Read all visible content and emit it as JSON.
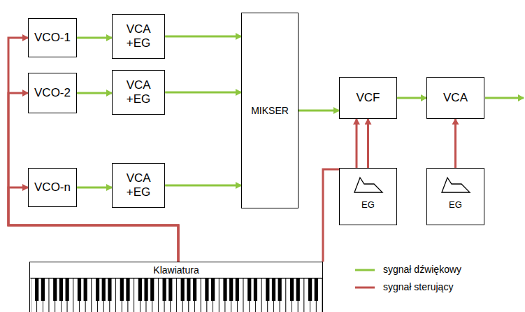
{
  "diagram": {
    "nodes": [
      {
        "text": [
          "VCO-1"
        ]
      },
      {
        "text": [
          "VCA +EG"
        ]
      },
      {
        "text": [
          "VCO-2"
        ]
      },
      {
        "text": [
          "VCA +EG"
        ]
      },
      {
        "text": [
          "VCO-n"
        ]
      },
      {
        "text": [
          "VCA +EG"
        ]
      },
      {
        "text": [
          "MIKSER"
        ]
      },
      {
        "text": [
          "VCF"
        ]
      },
      {
        "text": [
          "VCA"
        ]
      },
      {
        "text": [
          "EG"
        ]
      },
      {
        "text": [
          "EG"
        ]
      },
      {
        "text": [
          "Klawiatura"
        ]
      }
    ],
    "edges": [
      {
        "from": 0,
        "to": 1,
        "arrow": "to"
      },
      {
        "from": 2,
        "to": 3,
        "arrow": "to"
      },
      {
        "from": 4,
        "to": 5,
        "arrow": "to"
      },
      {
        "from": 1,
        "to": 6,
        "arrow": "to"
      },
      {
        "from": 3,
        "to": 6,
        "arrow": "to"
      },
      {
        "from": 5,
        "to": 6,
        "arrow": "to"
      },
      {
        "from": 6,
        "to": 7,
        "arrow": "to"
      },
      {
        "from": 7,
        "to": 8,
        "arrow": "to"
      },
      {
        "from": 9,
        "to": 7,
        "arrow": "to"
      },
      {
        "from": 10,
        "to": 8,
        "arrow": "to"
      },
      {
        "from": 11,
        "to": 0,
        "arrow": "to"
      },
      {
        "from": 11,
        "to": 2,
        "arrow": "to"
      },
      {
        "from": 11,
        "to": 4,
        "arrow": "to"
      },
      {
        "from": 11,
        "to": 7,
        "arrow": "to"
      }
    ],
    "legend": [
      {
        "text": "sygnał dźwiękowy"
      },
      {
        "text": "sygnał sterujący"
      }
    ]
  }
}
